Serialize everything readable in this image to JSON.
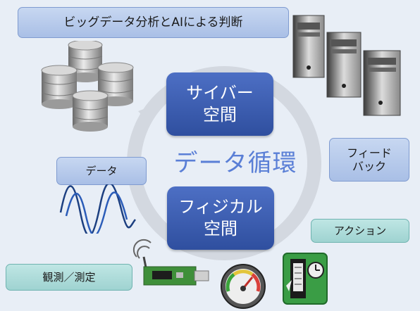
{
  "top_label": "ビッグデータ分析とAIによる判断",
  "cyber_space": {
    "line1": "サイバー",
    "line2": "空間"
  },
  "physical_space": {
    "line1": "フィジカル",
    "line2": "空間"
  },
  "cycle_label": "データ循環",
  "data_label": "データ",
  "feedback_label": {
    "line1": "フィード",
    "line2": "バック"
  },
  "action_label": "アクション",
  "observe_label": "観測／測定",
  "colors": {
    "background": "#e8eef6",
    "space_box": "#3a5bb0",
    "label_box_blue": "#b9cdee",
    "label_box_teal": "#aedcda",
    "cycle_text": "#5a7fd6"
  },
  "icons": [
    "database-stack-icon",
    "server-tower-icon",
    "waveform-icon",
    "sensor-board-icon",
    "gauge-meter-icon",
    "chip-module-icon"
  ]
}
